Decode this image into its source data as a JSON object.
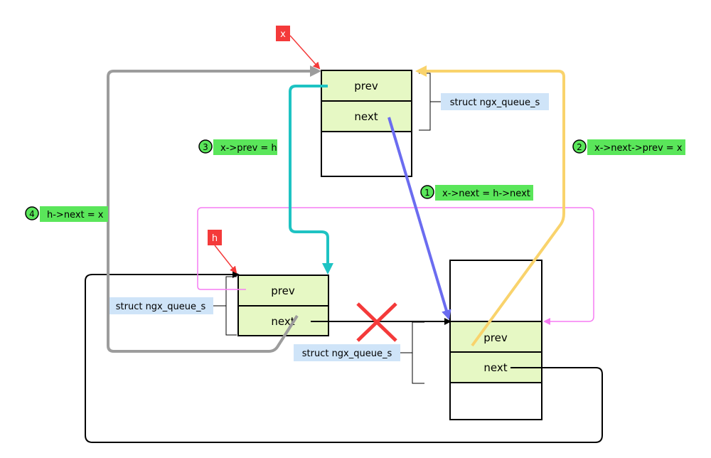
{
  "pointers": {
    "x": "x",
    "h": "h"
  },
  "nodes": {
    "top": {
      "prev": "prev",
      "next": "next"
    },
    "left": {
      "prev": "prev",
      "next": "next"
    },
    "right": {
      "prev": "prev",
      "next": "next"
    }
  },
  "struct_label": "struct ngx_queue_s",
  "steps": [
    {
      "num": "1",
      "text": "x->next = h->next"
    },
    {
      "num": "2",
      "text": "x->next->prev = x"
    },
    {
      "num": "3",
      "text": "x->prev = h"
    },
    {
      "num": "4",
      "text": "h->next = x"
    }
  ],
  "colors": {
    "node_fill": "#e6f8c4",
    "label_bg": "#cfe4f8",
    "step_bg": "#5ae65a",
    "pointer_bg": "#f43a3a",
    "step1_arrow": "#6b6cf0",
    "step2_arrow": "#f9d36c",
    "step3_arrow": "#1ec3c3",
    "step4_arrow": "#9c9c9c",
    "pink_arrow": "#f67cf3",
    "cross": "#f43a3a"
  }
}
